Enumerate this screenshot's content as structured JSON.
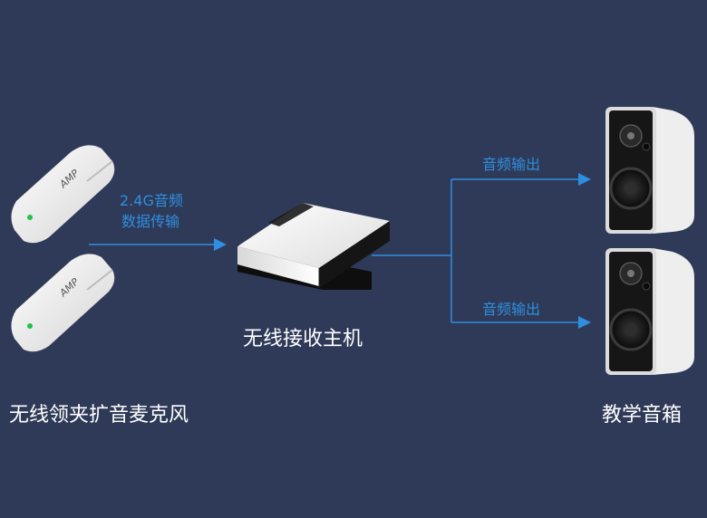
{
  "diagram": {
    "labels": {
      "mic": "无线领夹扩音麦克风",
      "receiver": "无线接收主机",
      "speaker": "教学音箱",
      "link_line1": "2.4G音频",
      "link_line2": "数据传输",
      "output_top": "音频输出",
      "output_bottom": "音频输出"
    },
    "logo_text": "AMP",
    "colors": {
      "background": "#2f3a58",
      "arrow": "#2e8fe0",
      "label_text": "#ffffff",
      "device_white": "#f2f2f2",
      "speaker_front": "#1a1a1a",
      "mic_led": "#23c04a"
    }
  }
}
